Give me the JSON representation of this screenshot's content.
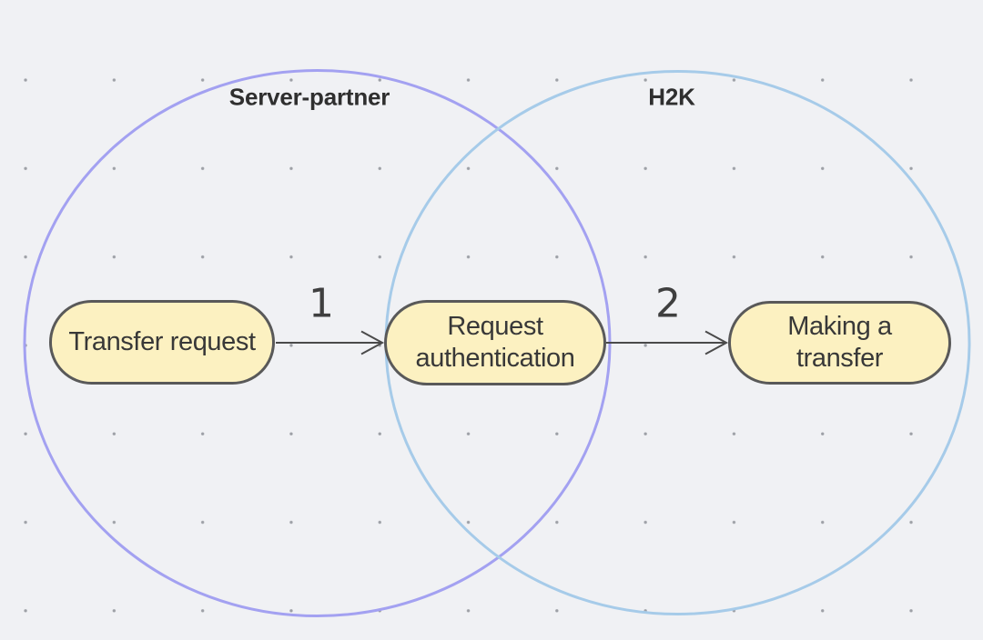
{
  "diagram": {
    "groups": [
      {
        "id": "server-partner",
        "label": "Server-partner",
        "stroke": "#a3a1f1"
      },
      {
        "id": "h2k",
        "label": "H2K",
        "stroke": "#a6cbe9"
      }
    ],
    "nodes": [
      {
        "id": "transfer-request",
        "label": "Transfer request"
      },
      {
        "id": "request-authentication",
        "label": "Request authentication"
      },
      {
        "id": "making-a-transfer",
        "label": "Making a transfer"
      }
    ],
    "edges": [
      {
        "from": "transfer-request",
        "to": "request-authentication",
        "label": "1"
      },
      {
        "from": "request-authentication",
        "to": "making-a-transfer",
        "label": "2"
      }
    ],
    "colors": {
      "background": "#f0f1f4",
      "grid_dot": "#9da0a6",
      "node_fill": "#fcf1c1",
      "node_border": "#595959",
      "node_text": "#383838",
      "label_text": "#2f2f2f",
      "number_text": "#3f3f3f",
      "arrow": "#4a4a4a"
    }
  }
}
